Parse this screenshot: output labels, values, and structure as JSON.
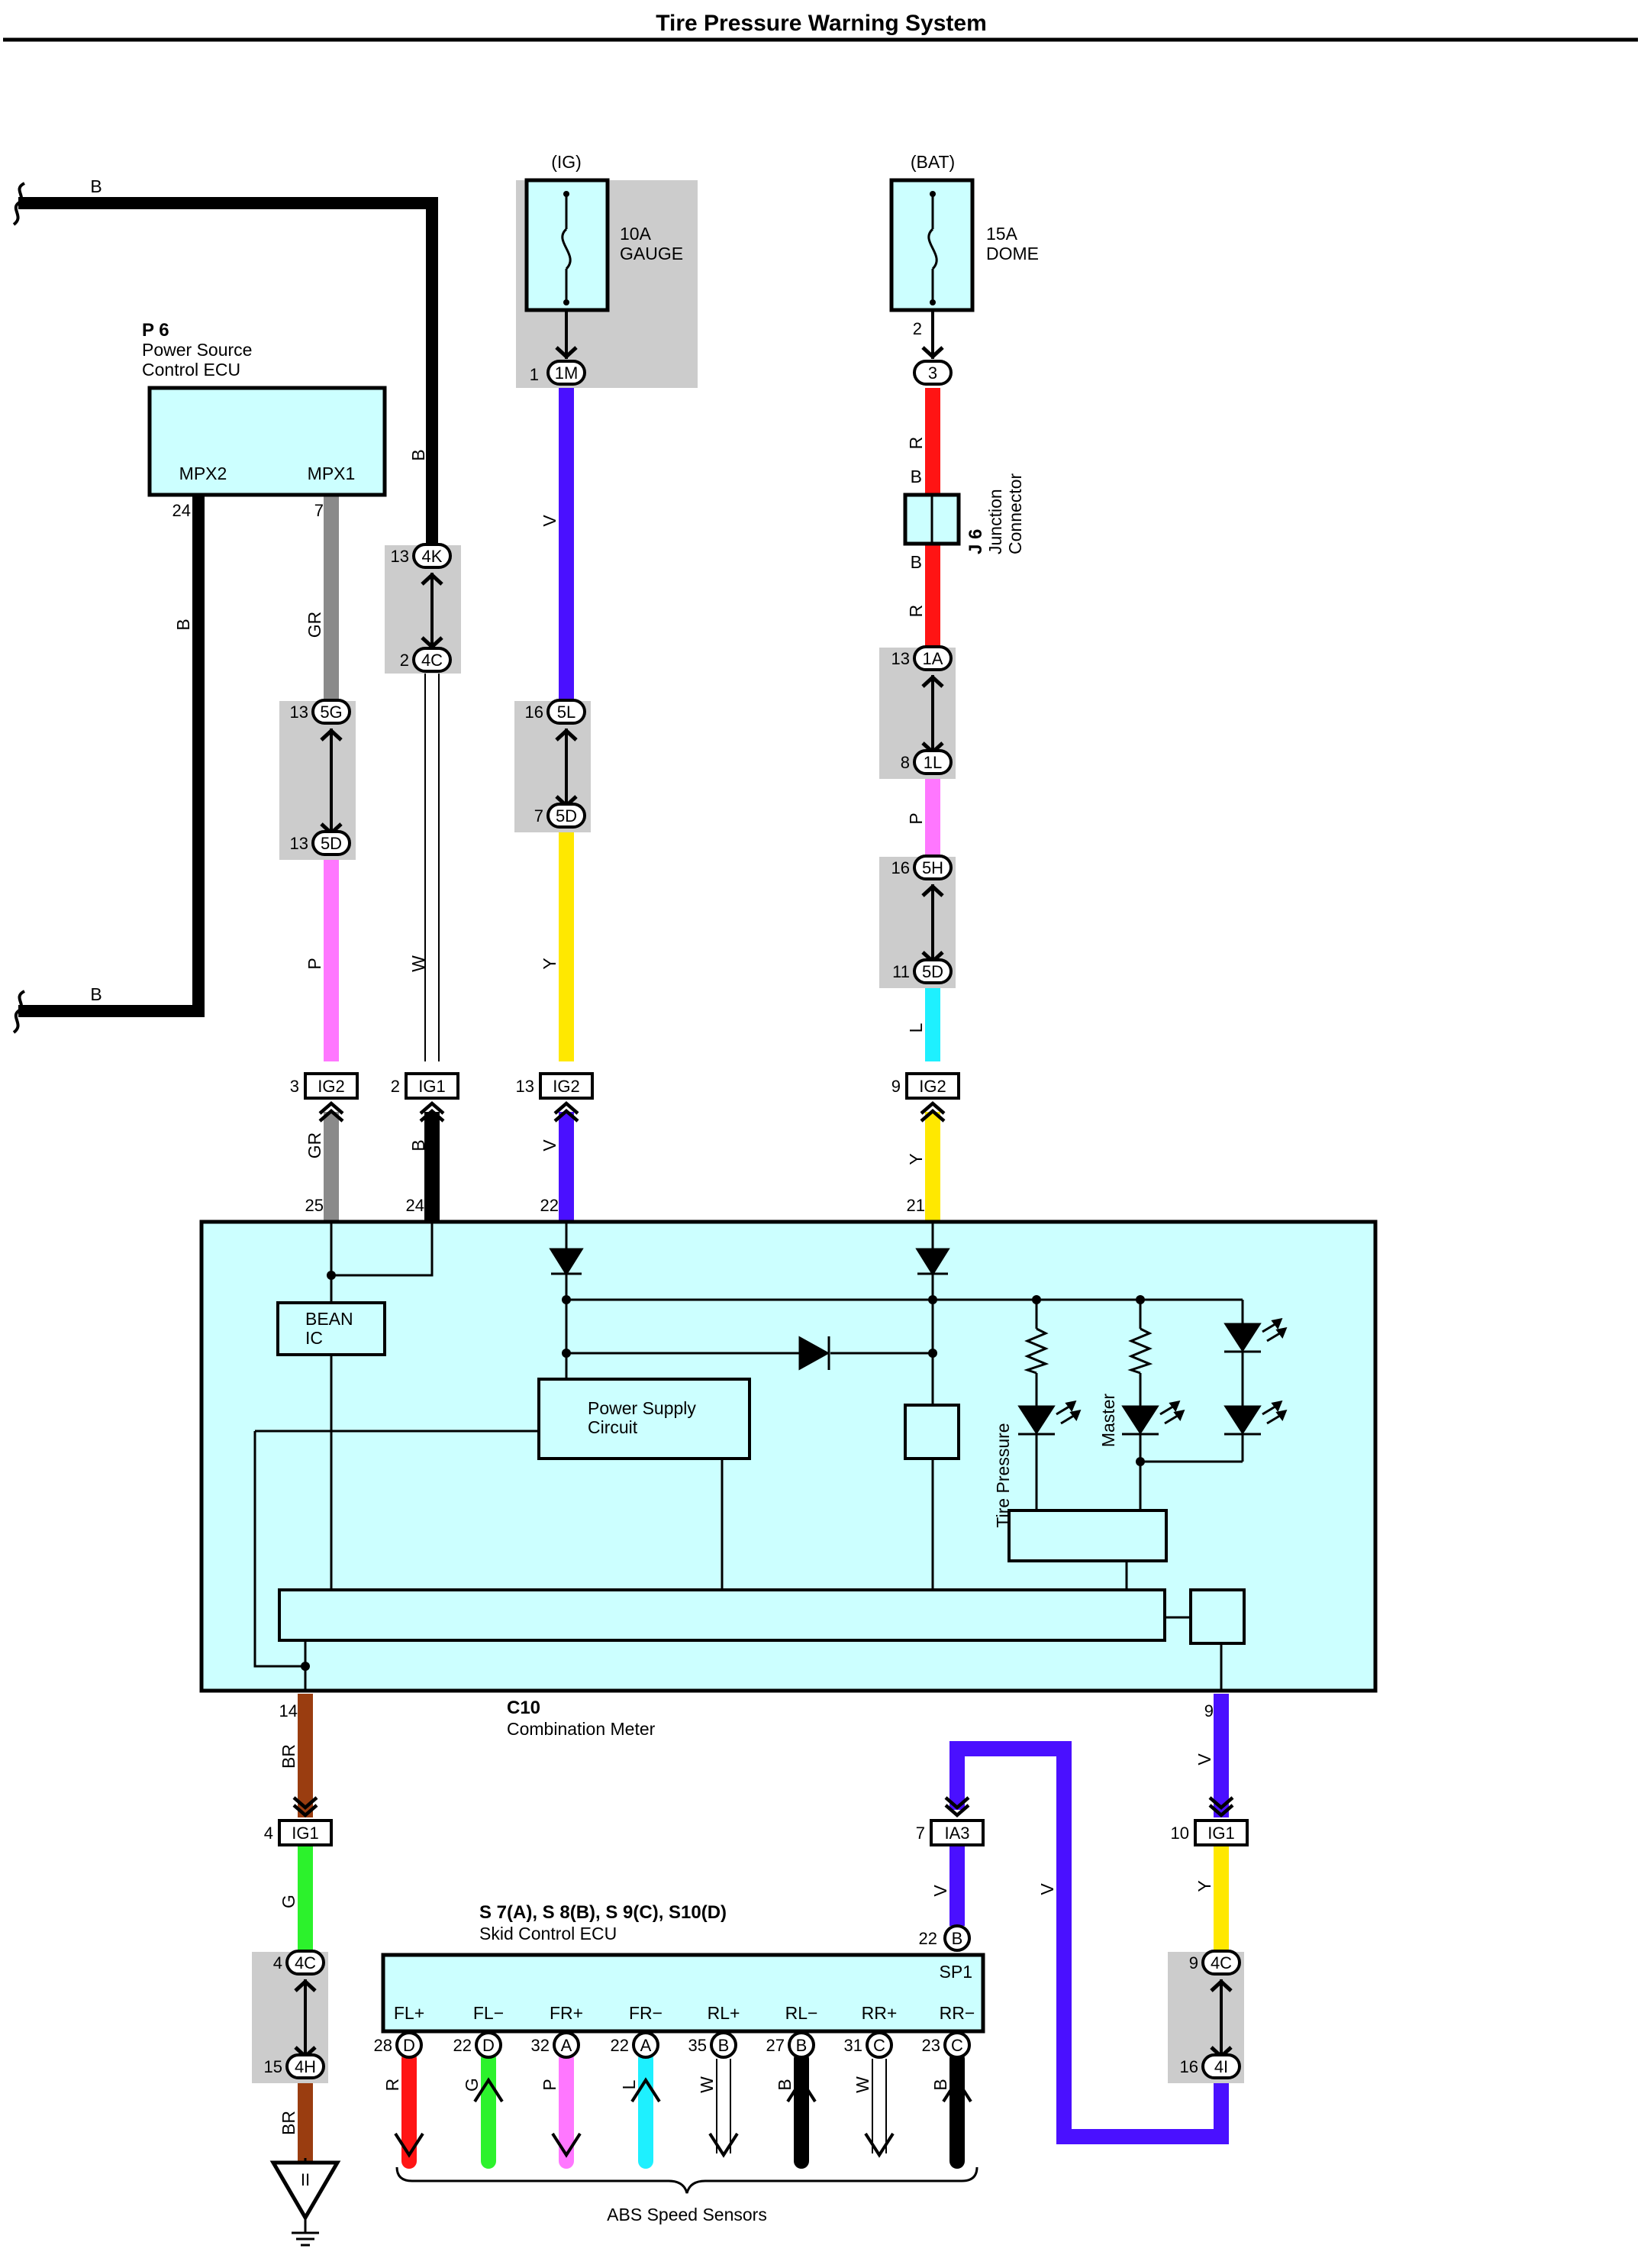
{
  "title": "Tire Pressure Warning System",
  "colors": {
    "B": "#000000",
    "W": "#ffffff",
    "GR": "#8a8a8a",
    "P": "#ff77ff",
    "V": "#4a10ff",
    "Y": "#ffe800",
    "R": "#ff1414",
    "L": "#1ef0ff",
    "G": "#2cf22c",
    "BR": "#9a3d10",
    "box_fill": "#ccffff",
    "shade": "#cccccc"
  },
  "fuses": [
    {
      "supply": "(IG)",
      "rating": "10A",
      "name": "GAUGE",
      "pin_in": "1",
      "pin_out": "1M"
    },
    {
      "supply": "(BAT)",
      "rating": "15A",
      "name": "DOME",
      "pin_in": "2",
      "pin_out": "3"
    }
  ],
  "p6": {
    "code": "P 6",
    "name1": "Power Source",
    "name2": "Control ECU",
    "mpx2": "MPX2",
    "mpx1": "MPX1",
    "pin_mpx2": "24",
    "pin_mpx1": "7"
  },
  "j6": {
    "code": "J 6",
    "name1": "Junction",
    "name2": "Connector",
    "b_top": "B",
    "b_bottom": "B"
  },
  "wire_labels": [
    "B",
    "B",
    "B",
    "B",
    "GR",
    "P",
    "W",
    "V",
    "Y",
    "R",
    "R",
    "P",
    "L",
    "GR",
    "B",
    "V",
    "Y",
    "BR",
    "G",
    "BR",
    "V",
    "V",
    "Y",
    "R",
    "G",
    "P",
    "L",
    "W",
    "B",
    "W",
    "B"
  ],
  "junctions": [
    {
      "pin": "13",
      "code": "4K"
    },
    {
      "pin": "2",
      "code": "4C"
    },
    {
      "pin": "13",
      "code": "5G"
    },
    {
      "pin": "13",
      "code": "5D"
    },
    {
      "pin": "16",
      "code": "5L"
    },
    {
      "pin": "7",
      "code": "5D"
    },
    {
      "pin": "13",
      "code": "1A"
    },
    {
      "pin": "8",
      "code": "1L"
    },
    {
      "pin": "16",
      "code": "5H"
    },
    {
      "pin": "11",
      "code": "5D"
    },
    {
      "pin": "4",
      "code": "4C"
    },
    {
      "pin": "15",
      "code": "4H"
    },
    {
      "pin": "9",
      "code": "4C"
    },
    {
      "pin": "16",
      "code": "4I"
    }
  ],
  "inline": [
    {
      "pin": "3",
      "code": "IG2"
    },
    {
      "pin": "2",
      "code": "IG1"
    },
    {
      "pin": "13",
      "code": "IG2"
    },
    {
      "pin": "9",
      "code": "IG2"
    },
    {
      "pin": "4",
      "code": "IG1"
    },
    {
      "pin": "7",
      "code": "IA3"
    },
    {
      "pin": "10",
      "code": "IG1"
    }
  ],
  "meter": {
    "code": "C10",
    "name": "Combination Meter",
    "pins_top": [
      "25",
      "24",
      "22",
      "21"
    ],
    "pins_bottom": [
      "14",
      "9"
    ],
    "bean1": "BEAN",
    "bean2": "IC",
    "ps1": "Power Supply",
    "ps2": "Circuit",
    "tire_pressure": "Tire Pressure",
    "master": "Master"
  },
  "skid": {
    "code": "S 7(A), S 8(B), S 9(C), S10(D)",
    "name": "Skid Control ECU",
    "sp1": "SP1",
    "sp1_pin": "22",
    "sp1_conn": "B",
    "terminals": [
      {
        "label": "FL+",
        "pin": "28",
        "conn": "D"
      },
      {
        "label": "FL−",
        "pin": "22",
        "conn": "D"
      },
      {
        "label": "FR+",
        "pin": "32",
        "conn": "A"
      },
      {
        "label": "FR−",
        "pin": "22",
        "conn": "A"
      },
      {
        "label": "RL+",
        "pin": "35",
        "conn": "B"
      },
      {
        "label": "RL−",
        "pin": "27",
        "conn": "B"
      },
      {
        "label": "RR+",
        "pin": "31",
        "conn": "C"
      },
      {
        "label": "RR−",
        "pin": "23",
        "conn": "C"
      }
    ]
  },
  "ground": {
    "code": "II"
  },
  "abs": "ABS Speed Sensors"
}
